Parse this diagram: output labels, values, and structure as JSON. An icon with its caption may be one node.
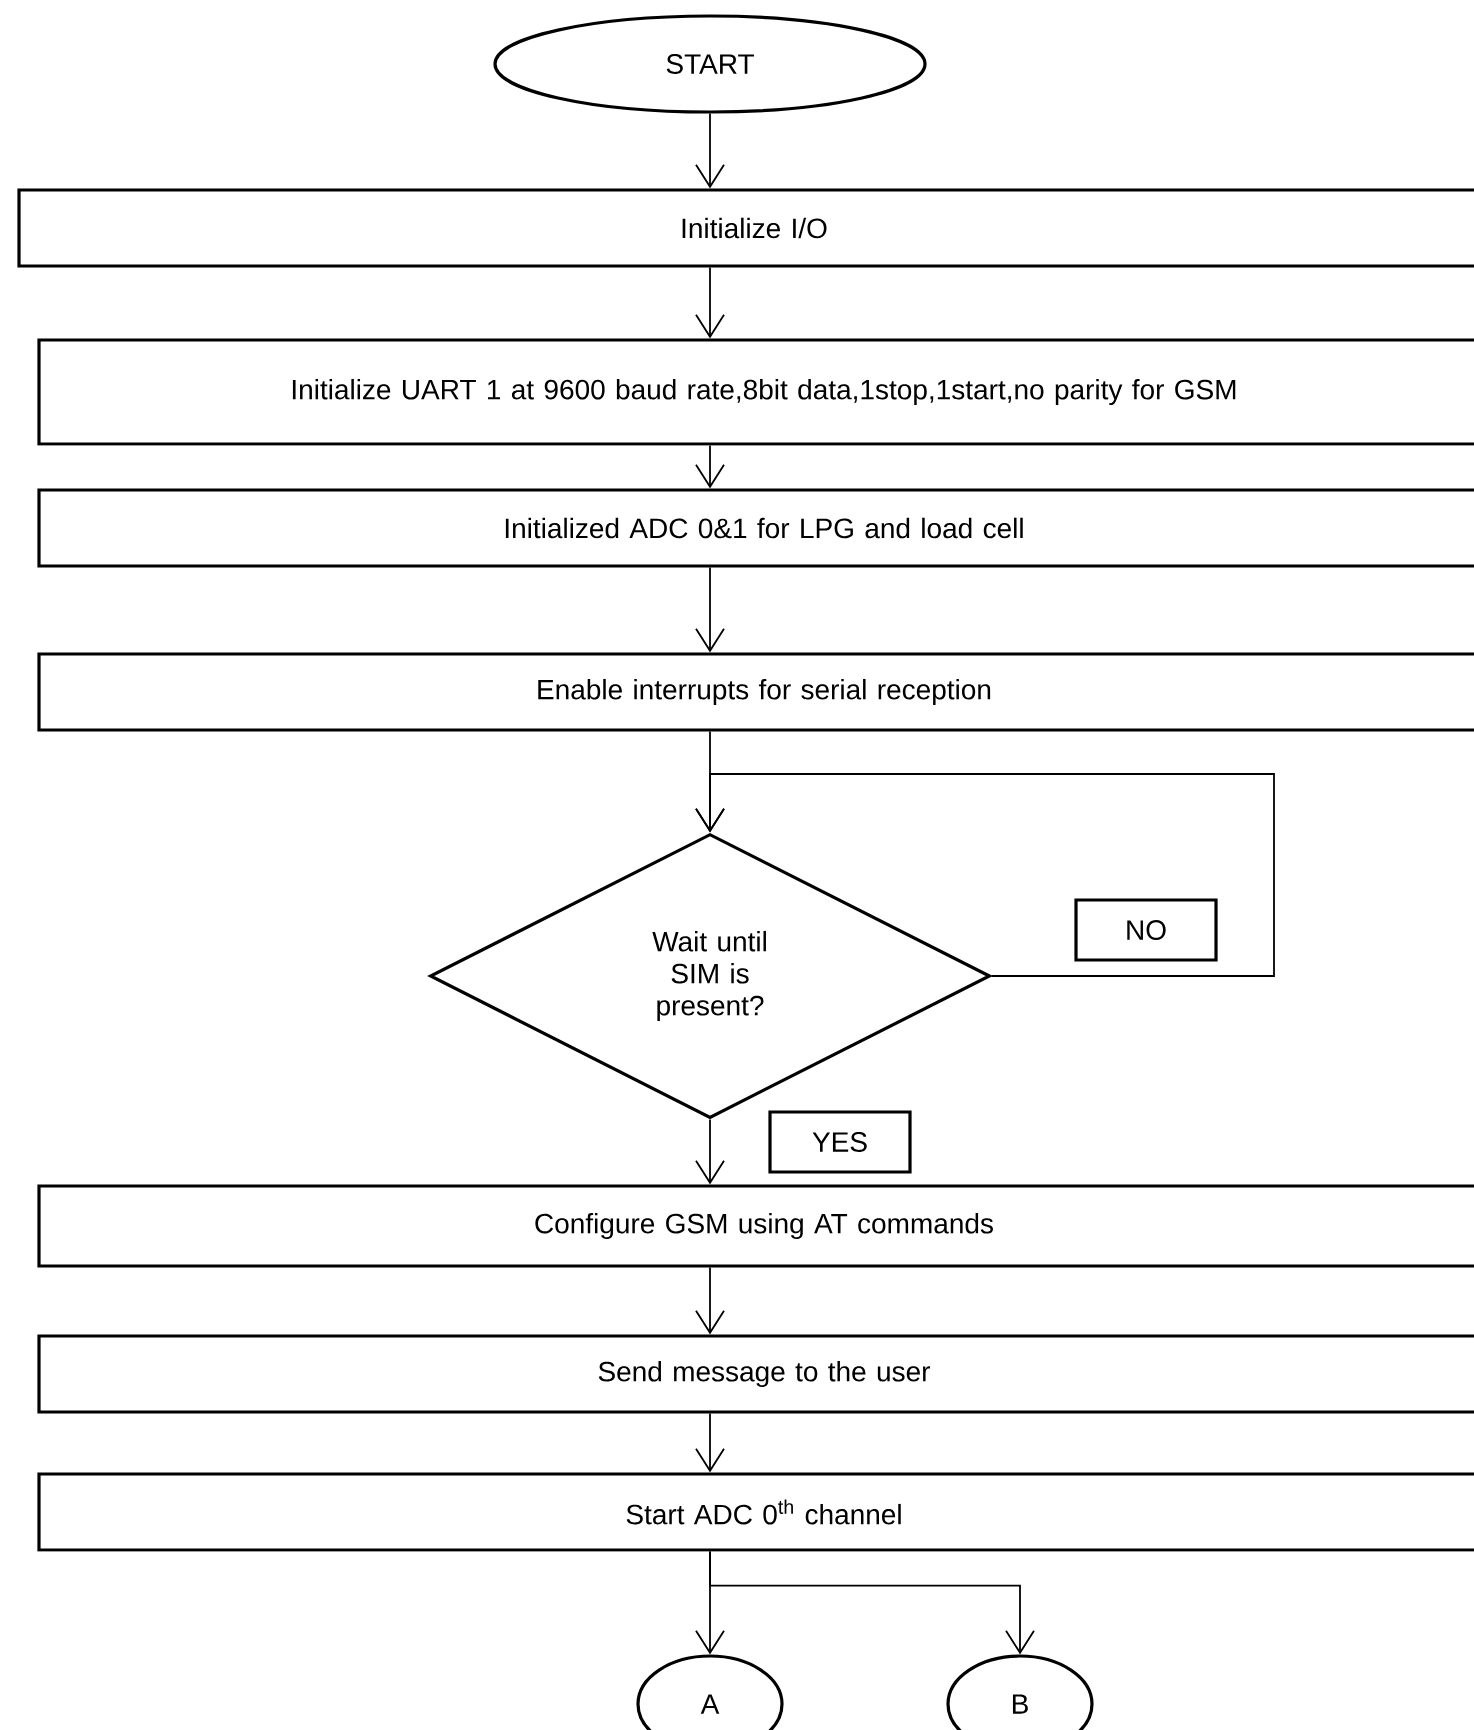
{
  "diagram": {
    "nodes": [
      {
        "text": [
          "START"
        ]
      },
      {
        "text": [
          "Initialize I/O"
        ]
      },
      {
        "text": [
          "Initialize UART 1 at 9600 baud rate,8bit data,1stop,1start,no parity for GSM"
        ]
      },
      {
        "text": [
          "Initialized ADC 0&1 for LPG and load cell"
        ]
      },
      {
        "text": [
          "Enable interrupts for serial reception"
        ]
      },
      {
        "text": [
          "Wait until SIM is present?"
        ]
      },
      {
        "text": [
          "Configure GSM using AT commands"
        ]
      },
      {
        "text": [
          "Send message to the user"
        ]
      },
      {
        "text": [
          "Start ADC 0$^{th}$ channel"
        ]
      },
      {
        "text": [
          "A"
        ]
      },
      {
        "text": [
          "B"
        ]
      }
    ],
    "edges": [
      {
        "from": 0,
        "to": 1,
        "arrow": "to"
      },
      {
        "from": 1,
        "to": 2,
        "arrow": "to"
      },
      {
        "from": 2,
        "to": 3,
        "arrow": "to"
      },
      {
        "from": 3,
        "to": 4,
        "arrow": "to"
      },
      {
        "from": 4,
        "to": 5,
        "arrow": "to"
      },
      {
        "from": 5,
        "to": 5,
        "arrow": "to",
        "label": "NO"
      },
      {
        "from": 5,
        "to": 6,
        "arrow": "to",
        "label": "YES"
      },
      {
        "from": 6,
        "to": 7,
        "arrow": "to"
      },
      {
        "from": 7,
        "to": 8,
        "arrow": "to"
      },
      {
        "from": 8,
        "to": 9,
        "arrow": "to"
      },
      {
        "from": 8,
        "to": 10,
        "arrow": "to"
      }
    ]
  }
}
